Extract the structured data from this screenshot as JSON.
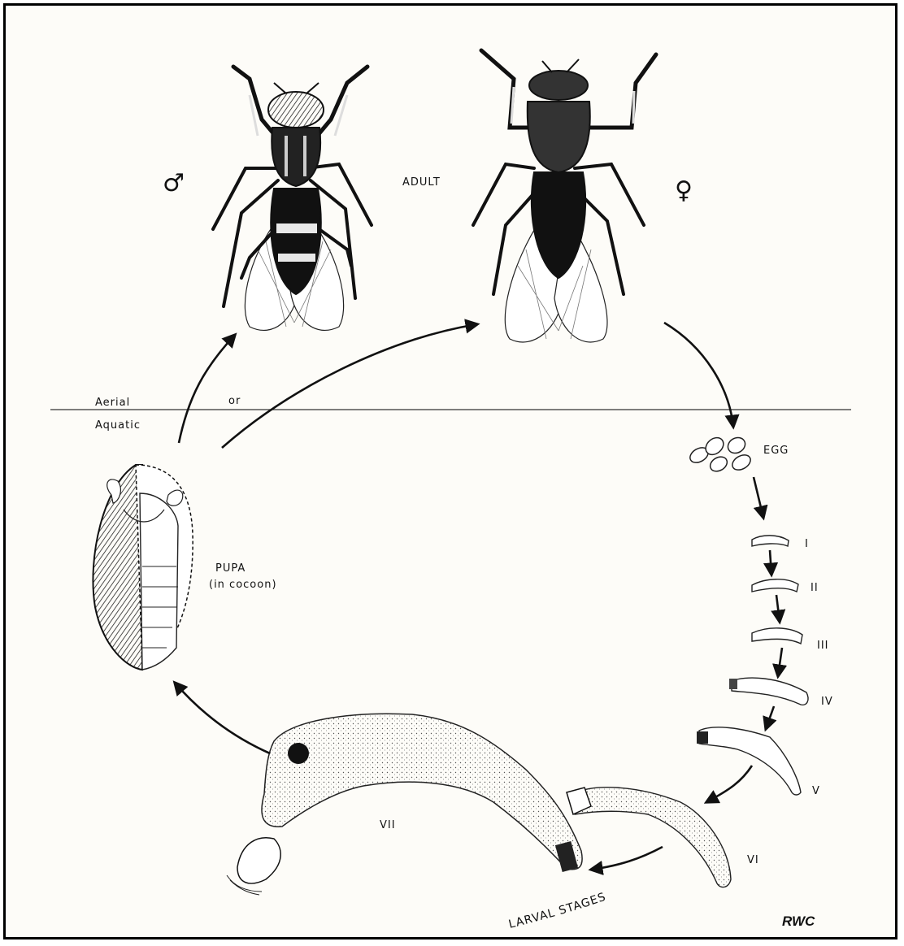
{
  "figure": {
    "labels": {
      "male_symbol": "♂",
      "female_symbol": "♀",
      "adult": "ADULT",
      "aerial": "Aerial",
      "or": "or",
      "aquatic": "Aquatic",
      "egg": "EGG",
      "pupa": "PUPA",
      "pupa_note": "(in cocoon)",
      "larval_stages_caption": "LARVAL STAGES",
      "signature": "RWC"
    },
    "instars": [
      "I",
      "II",
      "III",
      "IV",
      "V",
      "VI",
      "VII"
    ],
    "colors": {
      "ink": "#111111",
      "paper": "#fdfcf8",
      "border": "#000000"
    },
    "icons": [
      "fly-male-illustration",
      "fly-female-illustration",
      "egg-cluster-illustration",
      "larva-illustration",
      "pupa-cocoon-illustration"
    ]
  }
}
